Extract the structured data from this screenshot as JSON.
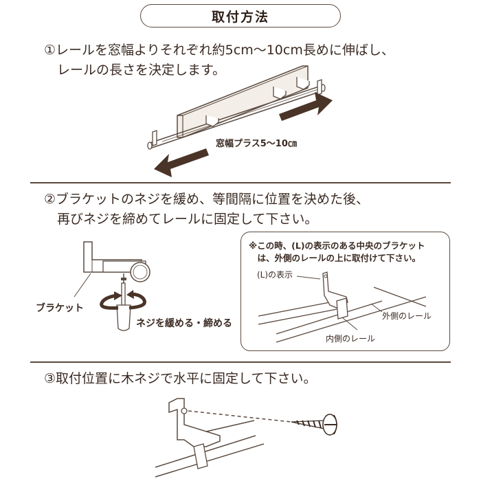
{
  "title": "取付方法",
  "step1": {
    "line1": "①レールを窓幅よりそれぞれ約5cm〜10cm長めに伸ばし、",
    "line2": "　レールの長さを決定します。",
    "arrow_label": "窓幅プラス5〜10㎝"
  },
  "step2": {
    "line1": "②ブラケットのネジを緩め、等間隔に位置を決めた後、",
    "line2": "　再びネジを締めてレールに固定して下さい。",
    "bracket_label": "ブラケット",
    "screw_label": "ネジを緩める・締める",
    "note_line1": "※この時、(L)の表示のある中央のブラケット",
    "note_line2": "　は、外側のレールの上に取付けて下さい。",
    "l_mark_label": "(L)の表示",
    "outer_rail_label": "外側のレール",
    "inner_rail_label": "内側のレール"
  },
  "step3": {
    "line1": "③取付位置に木ネジで水平に固定して下さい。"
  },
  "colors": {
    "line": "#5a4a40",
    "arrow": "#4a3428",
    "wood": "#f3efe8",
    "text": "#3a2a22"
  }
}
